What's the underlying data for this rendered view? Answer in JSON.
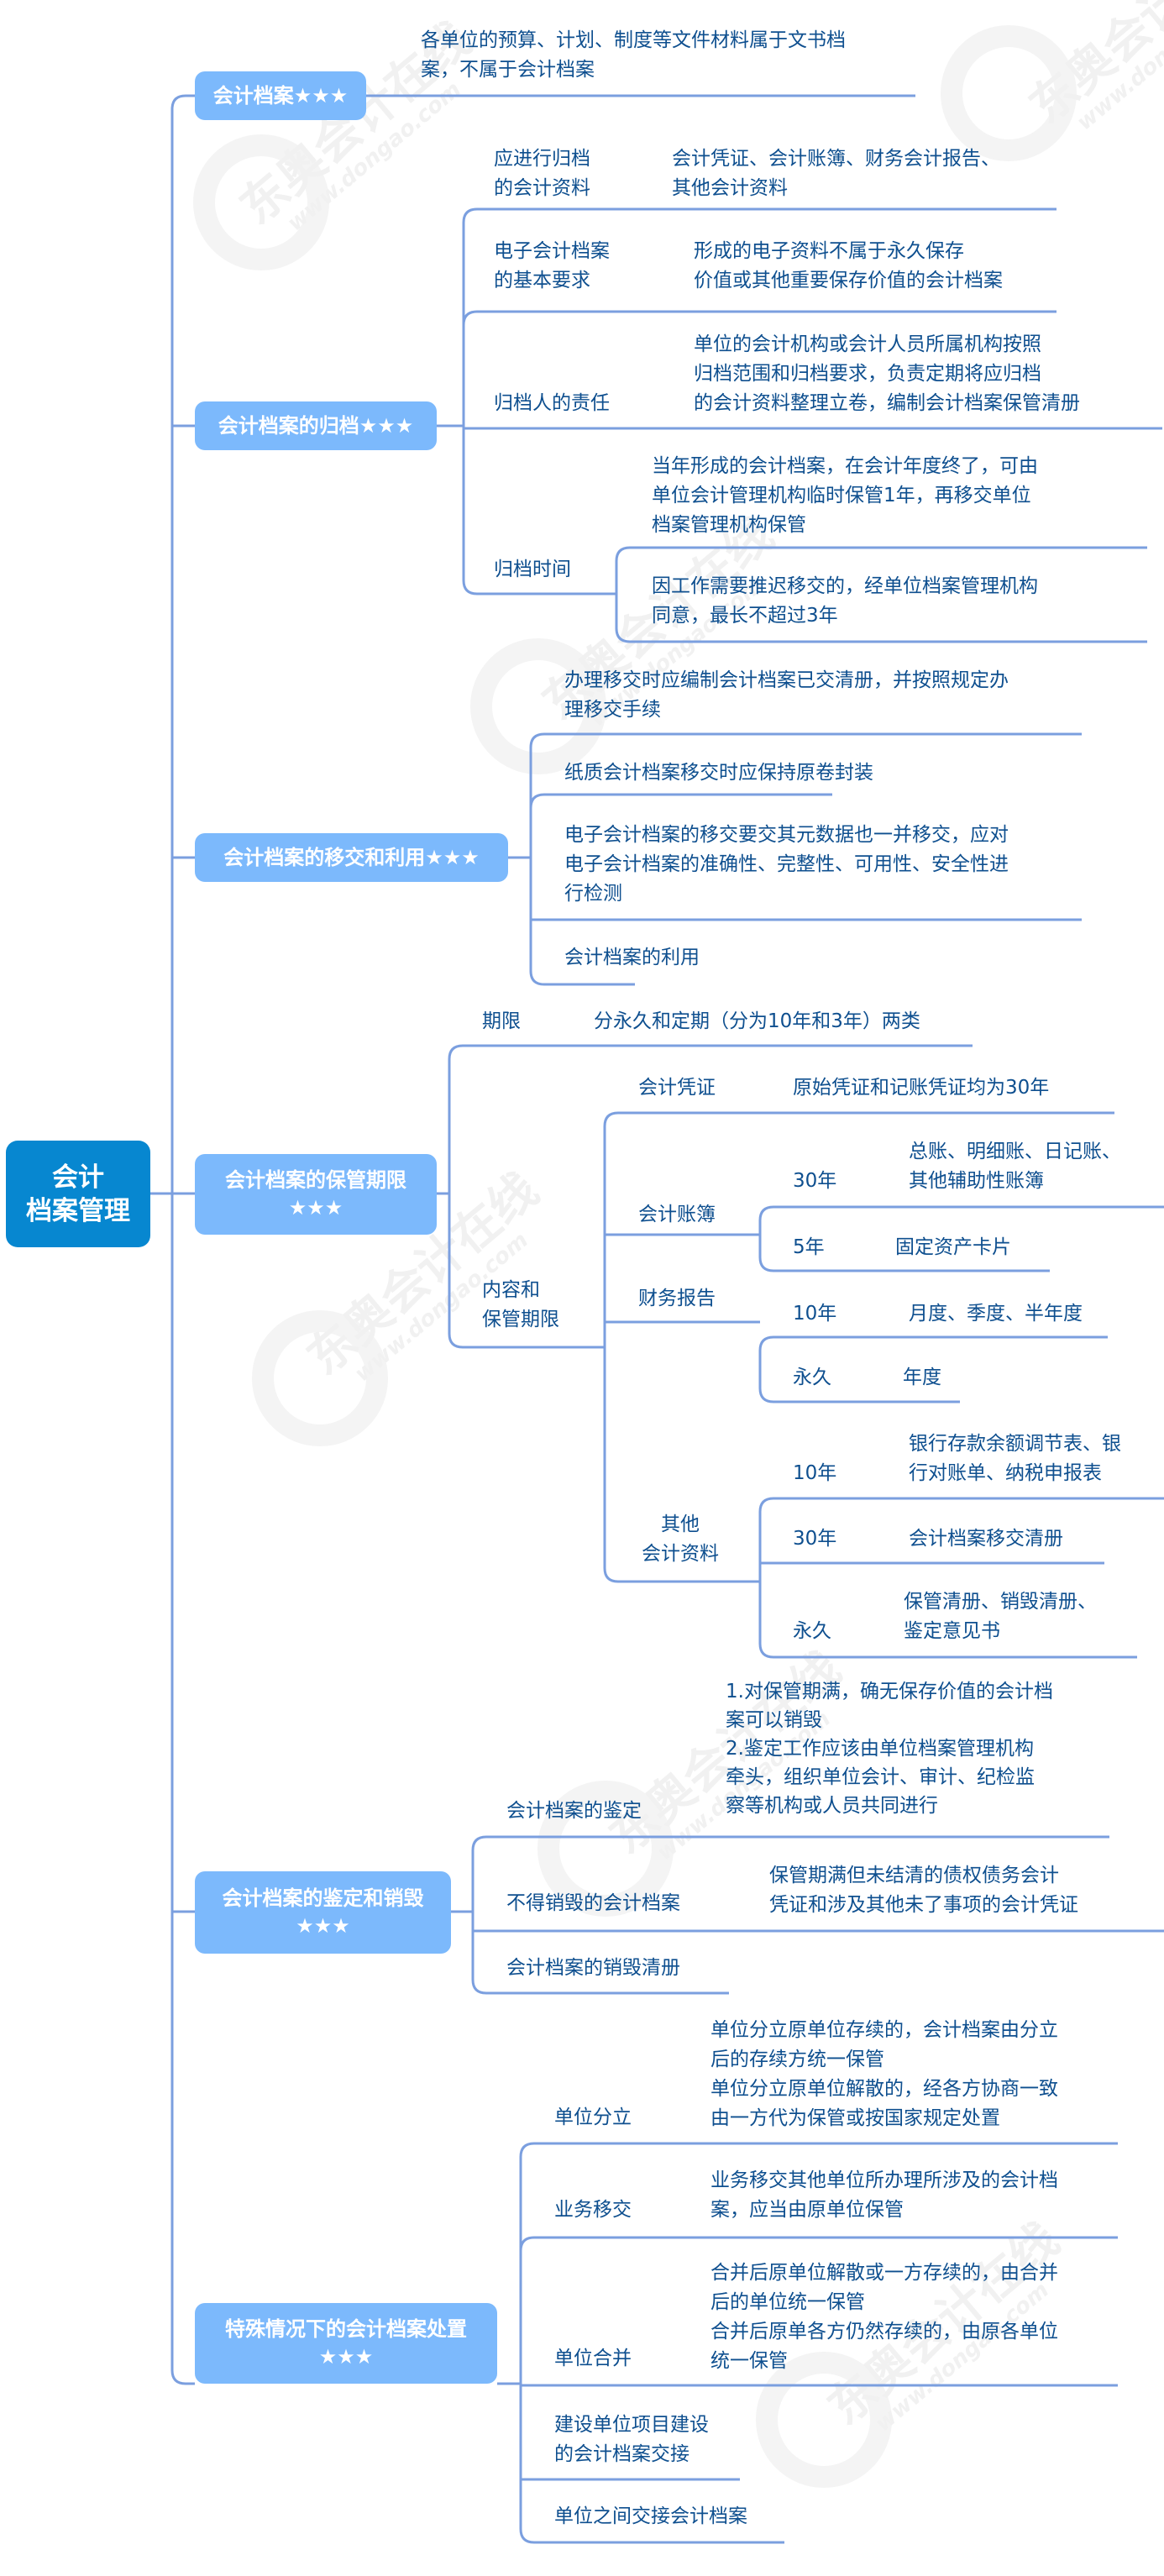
{
  "title": "会计档案管理",
  "root": {
    "line1": "会计",
    "line2": "档案管理",
    "color": "#0787d0"
  },
  "colors": {
    "branch": "#7cb9fc",
    "line": "#7b9fdf",
    "text": "#0e4f8f"
  },
  "watermark": {
    "brand": "东奥会计在线",
    "url": "www.dongao.com"
  },
  "branches": {
    "kuaijidangan": {
      "label": "会计档案★★★",
      "note": [
        "各单位的预算、计划、制度等文件材料属于文书档",
        "案，不属于会计档案"
      ]
    },
    "guidang": {
      "label": "会计档案的归档★★★",
      "items": [
        {
          "label": [
            "应进行归档",
            "的会计资料"
          ],
          "value": [
            "会计凭证、会计账簿、财务会计报告、",
            "其他会计资料"
          ]
        },
        {
          "label": [
            "电子会计档案",
            "的基本要求"
          ],
          "value": [
            "形成的电子资料不属于永久保存",
            "价值或其他重要保存价值的会计档案"
          ]
        },
        {
          "label": [
            "归档人的责任"
          ],
          "value": [
            "单位的会计机构或会计人员所属机构按照",
            "归档范围和归档要求，负责定期将应归档",
            "的会计资料整理立卷，编制会计档案保管清册"
          ]
        },
        {
          "label": [
            "归档时间"
          ],
          "children": [
            [
              "当年形成的会计档案，在会计年度终了，可由",
              "单位会计管理机构临时保管1年，再移交单位",
              "档案管理机构保管"
            ],
            [
              "因工作需要推迟移交的，经单位档案管理机构",
              "同意，最长不超过3年"
            ]
          ]
        }
      ]
    },
    "yijiao": {
      "label": "会计档案的移交和利用★★★",
      "items": [
        [
          "办理移交时应编制会计档案已交清册，并按照规定办",
          "理移交手续"
        ],
        [
          "纸质会计档案移交时应保持原卷封装"
        ],
        [
          "电子会计档案的移交要交其元数据也一并移交，应对",
          "电子会计档案的准确性、完整性、可用性、安全性进",
          "行检测"
        ],
        [
          "会计档案的利用"
        ]
      ]
    },
    "baoguan": {
      "label1": "会计档案的保管期限",
      "label2": "★★★",
      "qixian": {
        "label": "期限",
        "value": "分永久和定期（分为10年和3年）两类"
      },
      "neirong": {
        "label": [
          "内容和",
          "保管期限"
        ],
        "groups": [
          {
            "label": [
              "会计凭证"
            ],
            "rows": [
              {
                "period": "",
                "value": [
                  "原始凭证和记账凭证均为30年"
                ]
              }
            ]
          },
          {
            "label": [
              "会计账簿"
            ],
            "rows": [
              {
                "period": "30年",
                "value": [
                  "总账、明细账、日记账、",
                  "其他辅助性账簿"
                ]
              },
              {
                "period": "5年",
                "value": [
                  "固定资产卡片"
                ]
              }
            ]
          },
          {
            "label": [
              "财务报告"
            ],
            "rows": [
              {
                "period": "10年",
                "value": [
                  "月度、季度、半年度"
                ]
              },
              {
                "period": "永久",
                "value": [
                  "年度"
                ]
              }
            ]
          },
          {
            "label": [
              "其他",
              "会计资料"
            ],
            "rows": [
              {
                "period": "10年",
                "value": [
                  "银行存款余额调节表、银",
                  "行对账单、纳税申报表"
                ]
              },
              {
                "period": "30年",
                "value": [
                  "会计档案移交清册"
                ]
              },
              {
                "period": "永久",
                "value": [
                  "保管清册、销毁清册、",
                  "鉴定意见书"
                ]
              }
            ]
          }
        ]
      }
    },
    "jianding": {
      "label1": "会计档案的鉴定和销毁",
      "label2": "★★★",
      "items": [
        {
          "label": "会计档案的鉴定",
          "value": [
            "1.对保管期满，确无保存价值的会计档",
            "案可以销毁",
            "2.鉴定工作应该由单位档案管理机构",
            "牵头，组织单位会计、审计、纪检监",
            "察等机构或人员共同进行"
          ]
        },
        {
          "label": "不得销毁的会计档案",
          "value": [
            "保管期满但未结清的债权债务会计",
            "凭证和涉及其他未了事项的会计凭证"
          ]
        },
        {
          "label": "会计档案的销毁清册",
          "value": []
        }
      ]
    },
    "teshu": {
      "label1": "特殊情况下的会计档案处置",
      "label2": "★★★",
      "items": [
        {
          "label": [
            "单位分立"
          ],
          "value": [
            "单位分立原单位存续的，会计档案由分立",
            "后的存续方统一保管",
            "单位分立原单位解散的，经各方协商一致",
            "由一方代为保管或按国家规定处置"
          ]
        },
        {
          "label": [
            "业务移交"
          ],
          "value": [
            "业务移交其他单位所办理所涉及的会计档",
            "案，应当由原单位保管"
          ]
        },
        {
          "label": [
            "单位合并"
          ],
          "value": [
            "合并后原单位解散或一方存续的，由合并",
            "后的单位统一保管",
            "合并后原单各方仍然存续的，由原各单位",
            "统一保管"
          ]
        },
        {
          "label": [
            "建设单位项目建设",
            "的会计档案交接"
          ],
          "value": []
        },
        {
          "label": [
            "单位之间交接会计档案"
          ],
          "value": []
        }
      ]
    }
  }
}
